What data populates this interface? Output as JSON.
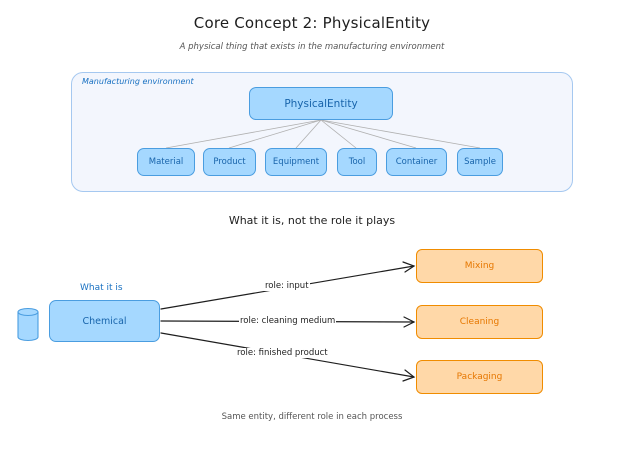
{
  "header": {
    "title": "Core Concept 2: PhysicalEntity",
    "subtitle": "A physical thing that exists in the manufacturing environment"
  },
  "environment": {
    "label": "Manufacturing environment",
    "root": "PhysicalEntity",
    "children": [
      "Material",
      "Product",
      "Equipment",
      "Tool",
      "Container",
      "Sample"
    ]
  },
  "role_section": {
    "heading": "What it is, not the role it plays",
    "entity_label": "What it is",
    "entity": "Chemical",
    "roles": [
      {
        "label": "role: input",
        "process": "Mixing"
      },
      {
        "label": "role: cleaning medium",
        "process": "Cleaning"
      },
      {
        "label": "role: finished product",
        "process": "Packaging"
      }
    ]
  },
  "footer": "Same entity, different role in each process",
  "colors": {
    "blue_fill": "#a5d8ff",
    "blue_stroke": "#4a9de0",
    "orange_fill": "#ffd8a8",
    "orange_stroke": "#f08c00",
    "env_fill": "#f3f6fd"
  }
}
